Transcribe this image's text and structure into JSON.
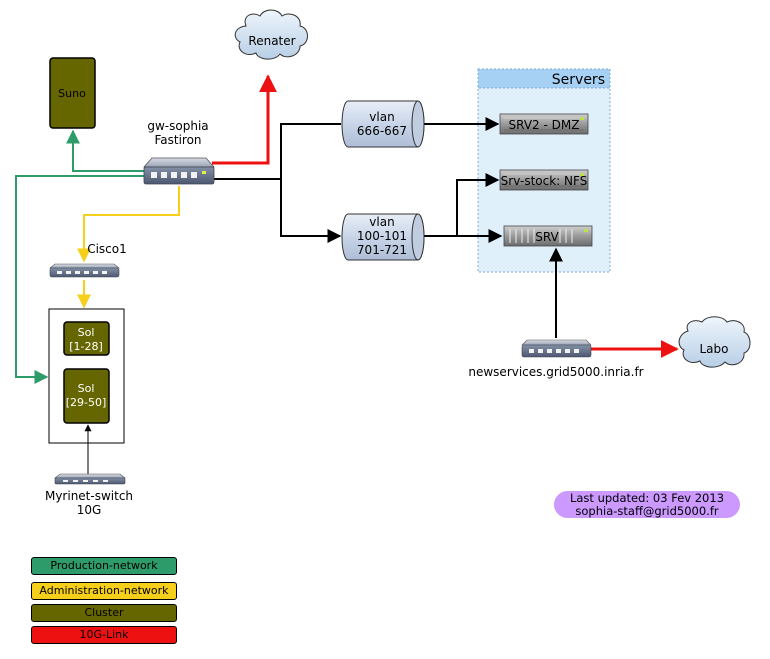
{
  "colors": {
    "production": "#2e9b6b",
    "administration": "#f5cf1a",
    "cluster": "#666600",
    "link10g": "#ee1111",
    "servers_bg": "#dff0fb",
    "servers_header": "#a6d1f5",
    "stamp_bg": "#cc99ff"
  },
  "nodes": {
    "renater": "Renater",
    "labo": "Labo",
    "suno": "Suno",
    "gw_line1": "gw-sophia",
    "gw_line2": "Fastiron",
    "cisco": "Cisco1",
    "sol1_line1": "Sol",
    "sol1_line2": "[1-28]",
    "sol2_line1": "Sol",
    "sol2_line2": "[29-50]",
    "myrinet_line1": "Myrinet-switch",
    "myrinet_line2": "10G",
    "vlan1_line1": "vlan",
    "vlan1_line2": "666-667",
    "vlan2_line1": "vlan",
    "vlan2_line2": "100-101",
    "vlan2_line3": "701-721",
    "servers_title": "Servers",
    "srv2": "SRV2 - DMZ",
    "srvstock": "Srv-stock: NFS",
    "srv": "SRV",
    "newservices": "newservices.grid5000.inria.fr"
  },
  "legend": {
    "production": "Production-network",
    "administration": "Administration-network",
    "cluster": "Cluster",
    "link10g": "10G-Link"
  },
  "footer": {
    "updated": "Last updated: 03 Fev 2013",
    "contact": "sophia-staff@grid5000.fr"
  },
  "icons": {
    "switch": "network-switch-icon",
    "server": "rack-server-icon",
    "cloud": "cloud-icon",
    "vlan": "cylinder-pipe-icon"
  }
}
